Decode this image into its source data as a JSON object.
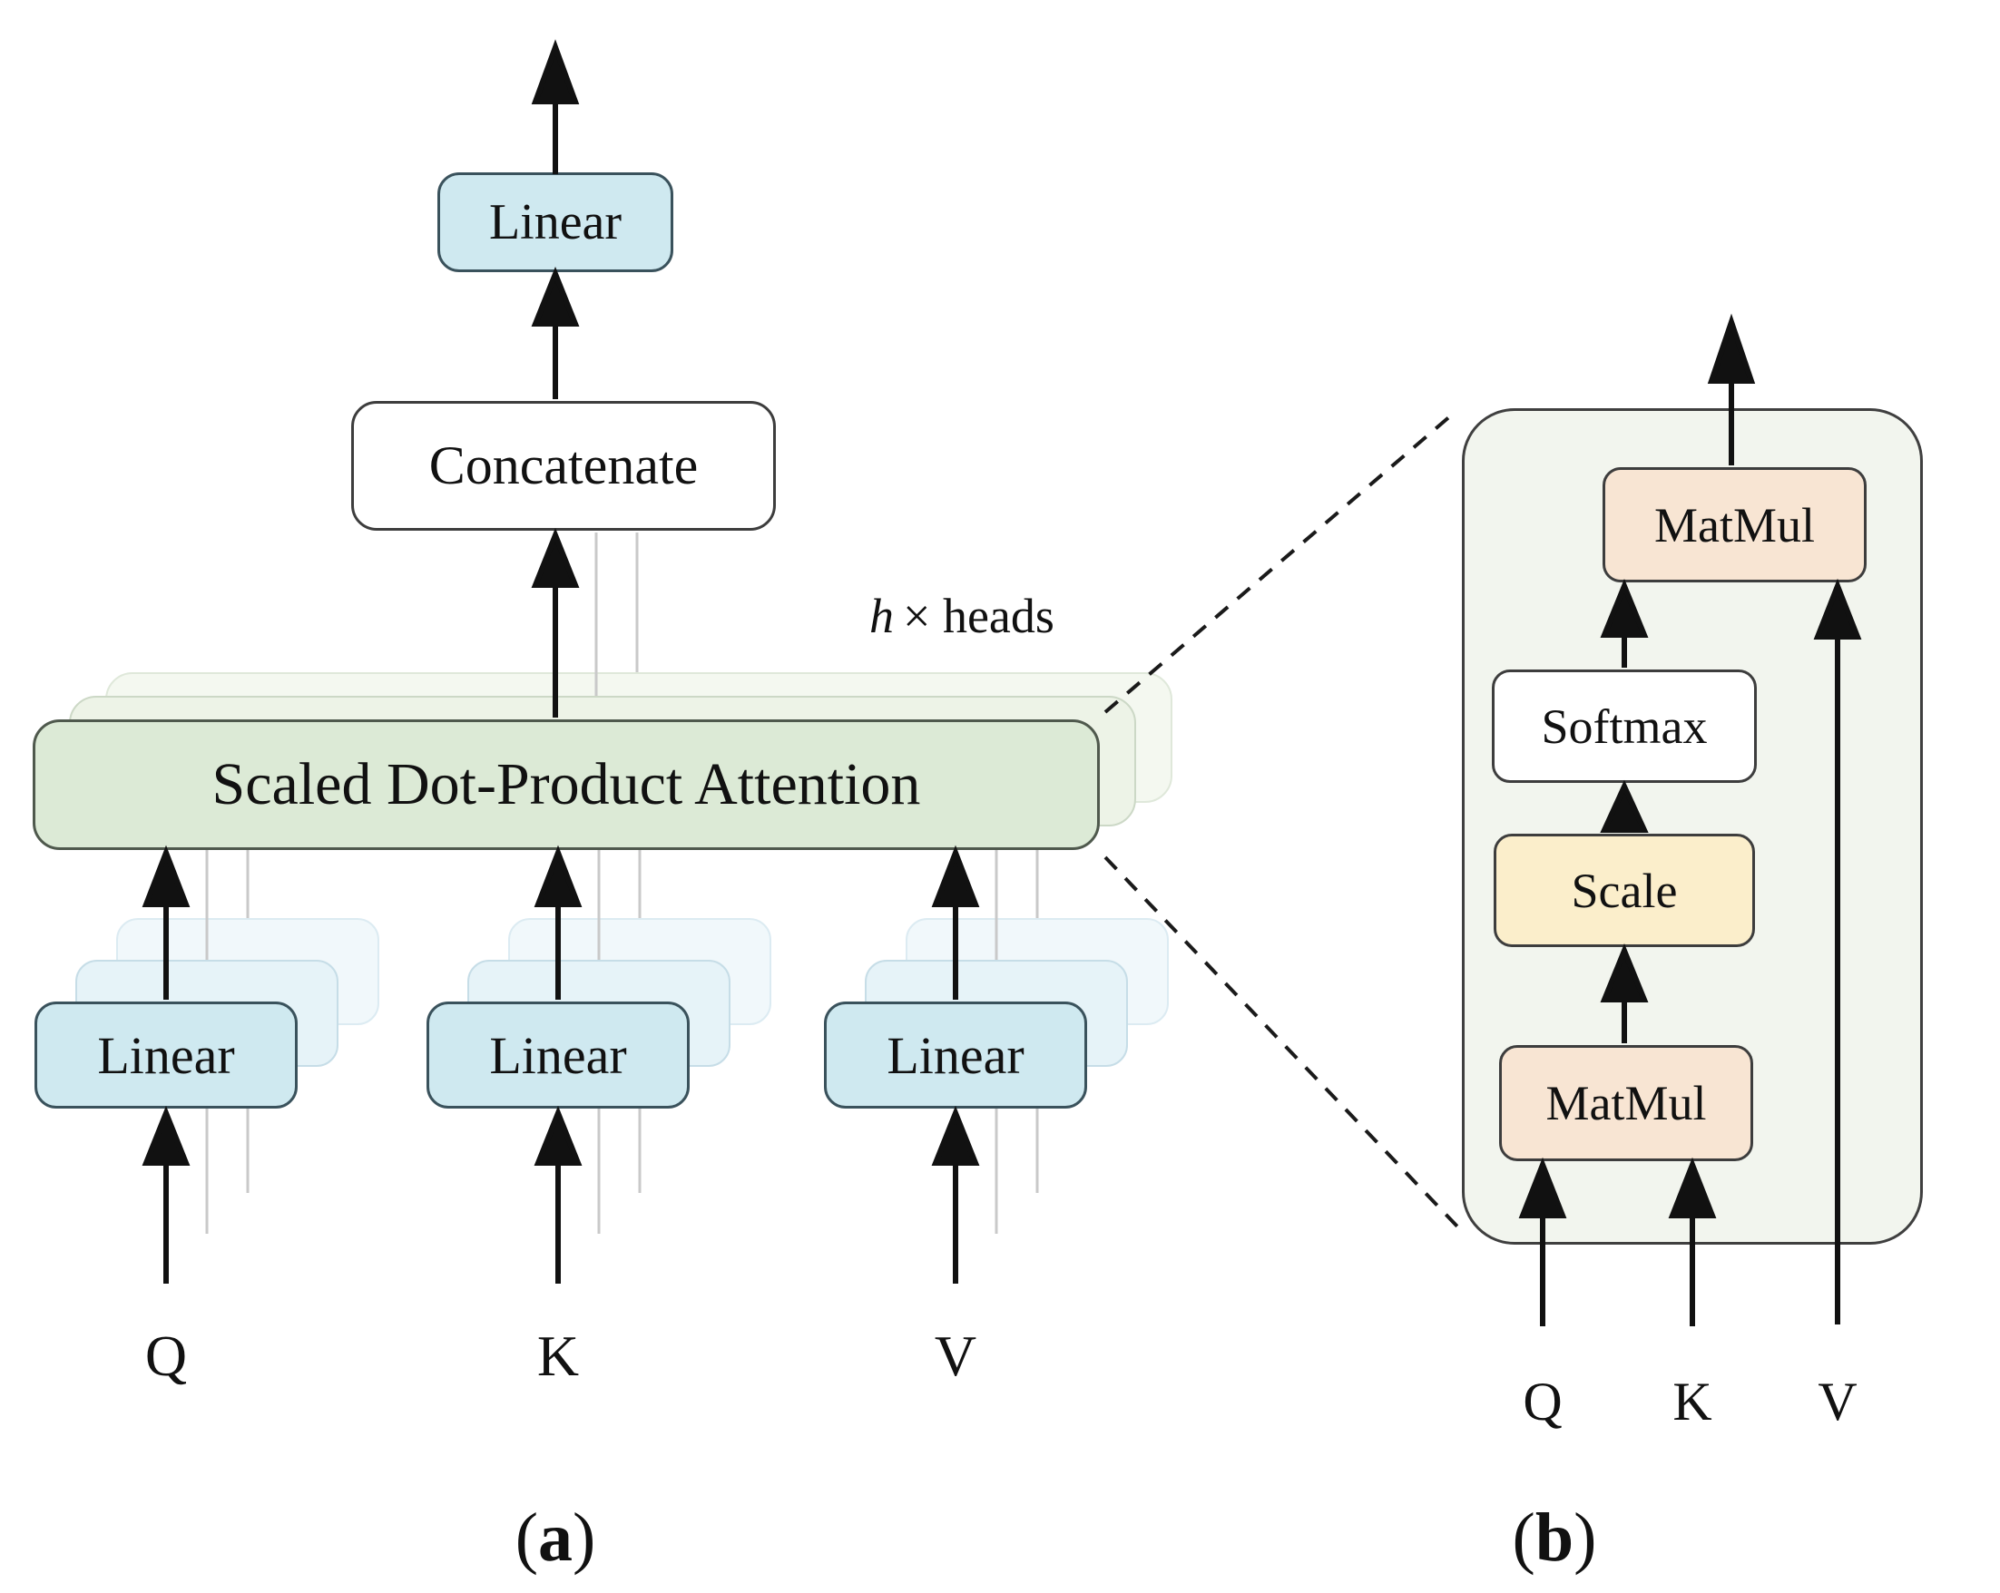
{
  "panel_a": {
    "caption": {
      "open": "(",
      "letter": "a",
      "close": ")"
    },
    "output_linear_label": "Linear",
    "concatenate_label": "Concatenate",
    "heads_annotation": {
      "variable": "h",
      "suffix": "× heads"
    },
    "attention_label": "Scaled Dot-Product Attention",
    "projections": [
      {
        "label": "Linear",
        "input": "Q"
      },
      {
        "label": "Linear",
        "input": "K"
      },
      {
        "label": "Linear",
        "input": "V"
      }
    ]
  },
  "panel_b": {
    "caption": {
      "open": "(",
      "letter": "b",
      "close": ")"
    },
    "matmul_top_label": "MatMul",
    "softmax_label": "Softmax",
    "scale_label": "Scale",
    "matmul_bottom_label": "MatMul",
    "inputs": [
      {
        "label": "Q"
      },
      {
        "label": "K"
      },
      {
        "label": "V"
      }
    ]
  },
  "colors": {
    "linear_fill": "#cfe9f0",
    "linear_border": "#3a525c",
    "attention_fill": "#dcead6",
    "attention_border": "#4f594d",
    "white_box_fill": "#ffffff",
    "box_border": "#3d3d3d",
    "matmul_fill": "#f8e5d3",
    "scale_fill": "#fbeecb",
    "panel_b_fill": "#f2f5ee",
    "ghost_line": "#c9c9c9",
    "arrow": "#111111",
    "text": "#111111"
  }
}
